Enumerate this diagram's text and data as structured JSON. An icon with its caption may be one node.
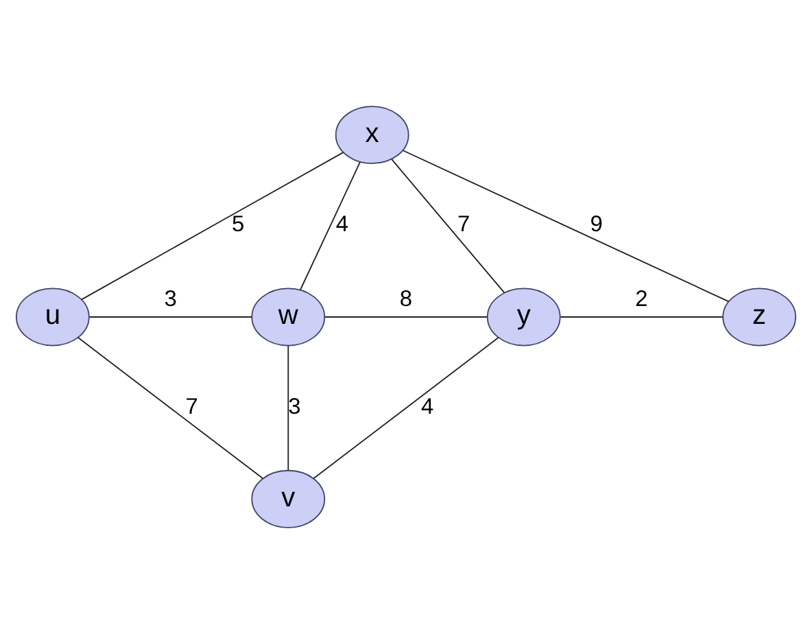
{
  "diagram": {
    "nodes": [
      {
        "text": [
          "x"
        ]
      },
      {
        "text": [
          "u"
        ]
      },
      {
        "text": [
          "w"
        ]
      },
      {
        "text": [
          "y"
        ]
      },
      {
        "text": [
          "z"
        ]
      },
      {
        "text": [
          "v"
        ]
      }
    ],
    "edges": [
      {
        "from": 0,
        "to": 1,
        "arrow": "none",
        "label": "5"
      },
      {
        "from": 0,
        "to": 2,
        "arrow": "none",
        "label": "4"
      },
      {
        "from": 0,
        "to": 3,
        "arrow": "none",
        "label": "7"
      },
      {
        "from": 0,
        "to": 4,
        "arrow": "none",
        "label": "9"
      },
      {
        "from": 1,
        "to": 2,
        "arrow": "none",
        "label": "3"
      },
      {
        "from": 2,
        "to": 3,
        "arrow": "none",
        "label": "8"
      },
      {
        "from": 3,
        "to": 4,
        "arrow": "none",
        "label": "2"
      },
      {
        "from": 2,
        "to": 5,
        "arrow": "none",
        "label": "3"
      },
      {
        "from": 3,
        "to": 5,
        "arrow": "none",
        "label": "4"
      },
      {
        "from": 1,
        "to": 5,
        "arrow": "none",
        "label": "7"
      }
    ]
  }
}
